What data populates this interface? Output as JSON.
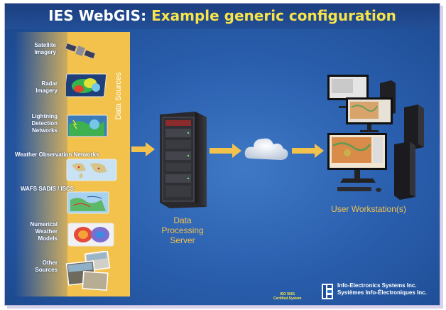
{
  "title": {
    "part1": "IES WebGIS:",
    "part2": "Example generic configuration"
  },
  "data_sources_label": "Data Sources",
  "sources": [
    {
      "label": "Satellite Imagery",
      "icon": "satellite-icon"
    },
    {
      "label": "Radar Imagery",
      "icon": "radar-map-icon"
    },
    {
      "label": "Lightning Detection Networks",
      "icon": "lightning-map-icon"
    },
    {
      "label": "Weather Observation Networks",
      "icon": "world-map-icon"
    },
    {
      "label": "WAFS SADIS / ISCS",
      "icon": "wafs-map-icon"
    },
    {
      "label": "Numerical Weather Models",
      "icon": "model-map-icon"
    },
    {
      "label": "Other Sources",
      "icon": "photos-icon"
    }
  ],
  "server_caption": {
    "line1": "Data",
    "line2": "Processing",
    "line3": "Server"
  },
  "workstation_caption": "User Workstation(s)",
  "footer": {
    "company_en": "Info-Electronics Systems Inc.",
    "company_fr": "Systèmes Info-Électroniques Inc.",
    "iso_line1": "ISO 9001",
    "iso_line2": "Certified System"
  },
  "colors": {
    "accent": "#f2c24d",
    "title_highlight": "#f6e44a",
    "background": "#2a5fae"
  }
}
